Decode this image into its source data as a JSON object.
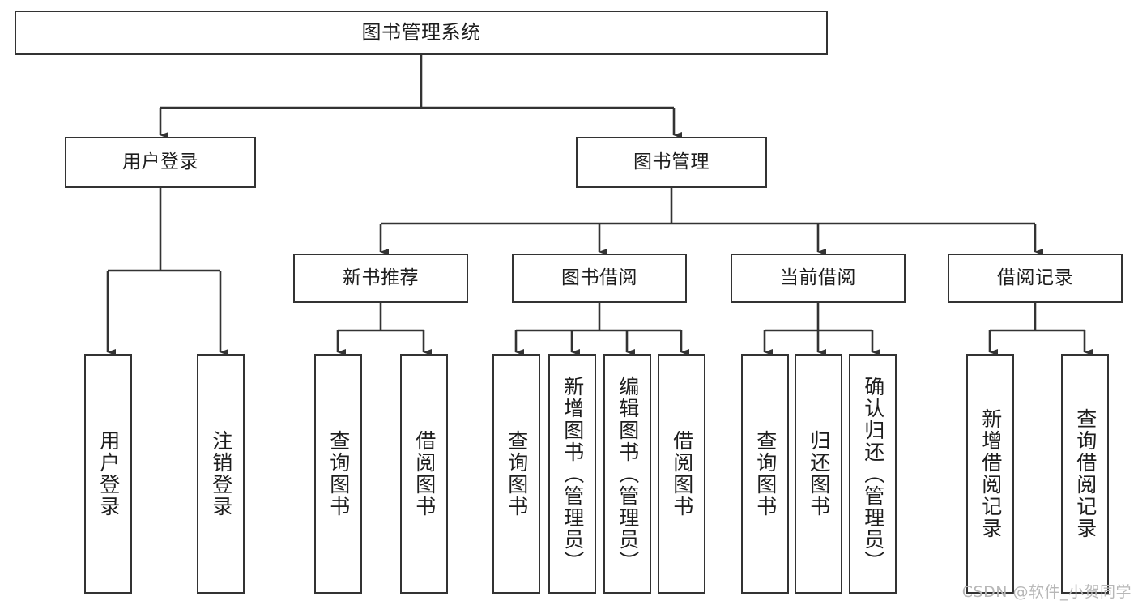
{
  "diagram": {
    "type": "tree",
    "title": "图书管理系统",
    "orientation": "top-down",
    "edge_color": "#333333",
    "node_border_color": "#333333",
    "node_fill_color": "#ffffff",
    "nodes": {
      "root": {
        "label": "图书管理系统"
      },
      "l2": [
        {
          "label": "用户登录"
        },
        {
          "label": "图书管理"
        }
      ],
      "l3": [
        {
          "label": "新书推荐"
        },
        {
          "label": "图书借阅"
        },
        {
          "label": "当前借阅"
        },
        {
          "label": "借阅记录"
        }
      ],
      "leaves": {
        "user_login": [
          {
            "label": "用户登录"
          },
          {
            "label": "注销登录"
          }
        ],
        "new_book": [
          {
            "label": "查询图书"
          },
          {
            "label": "借阅图书"
          }
        ],
        "book_borrow": [
          {
            "label": "查询图书"
          },
          {
            "label": "新增图书（管理员）"
          },
          {
            "label": "编辑图书（管理员）"
          },
          {
            "label": "借阅图书"
          }
        ],
        "current_borrow": [
          {
            "label": "查询图书"
          },
          {
            "label": "归还图书"
          },
          {
            "label": "确认归还（管理员）"
          }
        ],
        "borrow_record": [
          {
            "label": "新增借阅记录"
          },
          {
            "label": "查询借阅记录"
          }
        ]
      }
    }
  },
  "watermark": {
    "text": "CSDN @软件_小贺同学",
    "color": "#b7b7b7"
  }
}
